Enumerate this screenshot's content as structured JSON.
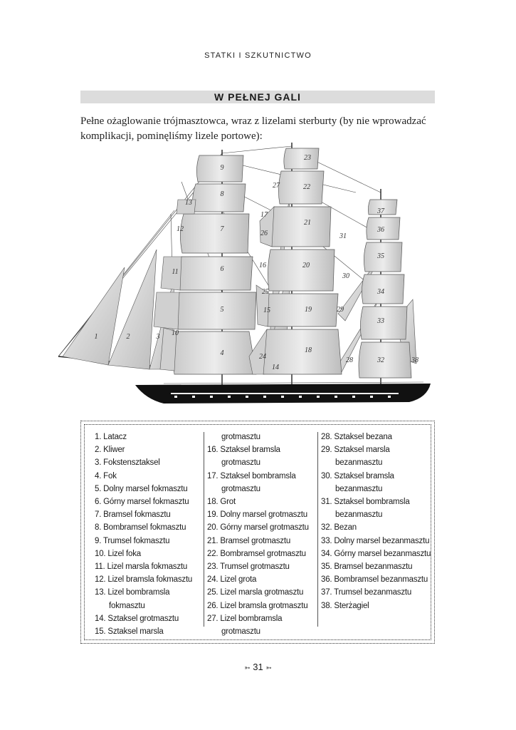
{
  "running_head": "STATKI I SZKUTNICTWO",
  "section_title": "W PEŁNEJ GALI",
  "intro_text": "Pełne ożaglowanie trójmasztowca, wraz z lizelami sterburty (by nie wprowadzać komplikacji, pominęliśmy lizele portowe):",
  "sail_numbers": [
    "1",
    "2",
    "3",
    "4",
    "5",
    "6",
    "7",
    "8",
    "9",
    "10",
    "11",
    "12",
    "13",
    "14",
    "15",
    "16",
    "17",
    "18",
    "19",
    "20",
    "21",
    "22",
    "23",
    "24",
    "25",
    "26",
    "27",
    "28",
    "29",
    "30",
    "31",
    "32",
    "33",
    "34",
    "35",
    "36",
    "37",
    "38"
  ],
  "legend": {
    "col1": [
      "1. Latacz",
      "2. Kliwer",
      "3. Fokstensztaksel",
      "4. Fok",
      "5. Dolny marsel fokmasztu",
      "6. Górny marsel fokmasztu",
      "7. Bramsel fokmasztu",
      "8. Bombramsel fokmasztu",
      "9. Trumsel fokmasztu",
      "10. Lizel foka",
      "11. Lizel marsla fokmasztu",
      "12. Lizel bramsla fokmasztu",
      "13. Lizel bombramsla",
      "fokmasztu",
      "14. Sztaksel grotmasztu",
      "15. Sztaksel marsla"
    ],
    "col2": [
      "grotmasztu",
      "16. Sztaksel bramsla",
      "grotmasztu",
      "17. Sztaksel bombramsla",
      "grotmasztu",
      "18. Grot",
      "19. Dolny marsel grotmasztu",
      "20. Górny marsel grotmasztu",
      "21. Bramsel grotmasztu",
      "22. Bombramsel grotmasztu",
      "23. Trumsel grotmasztu",
      "24. Lizel grota",
      "25. Lizel marsla grotmasztu",
      "26. Lizel bramsla grotmasztu",
      "27. Lizel bombramsla",
      "grotmasztu"
    ],
    "col3": [
      "28. Sztaksel bezana",
      "29. Sztaksel marsla",
      "bezanmasztu",
      "30. Sztaksel bramsla",
      "bezanmasztu",
      "31. Sztaksel bombramsla",
      "bezanmasztu",
      "32. Bezan",
      "33. Dolny marsel bezanmasztu",
      "34. Górny marsel bezanmasztu",
      "35. Bramsel bezanmasztu",
      "36. Bombramsel bezanmasztu",
      "37. Trumsel bezanmasztu",
      "38. Sterżagiel"
    ]
  },
  "page_number": "31"
}
